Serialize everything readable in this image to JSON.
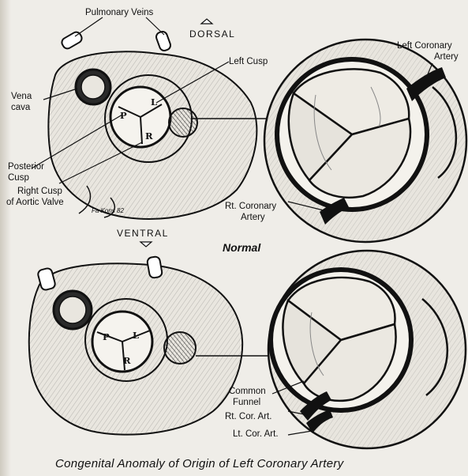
{
  "labels": {
    "pulmonary_veins": "Pulmonary Veins",
    "dorsal": "DORSAL",
    "ventral": "VENTRAL",
    "left_cusp": "Left Cusp",
    "vena_cava_line1": "Vena",
    "vena_cava_line2": "cava",
    "posterior_cusp_line1": "Posterior",
    "posterior_cusp_line2": "Cusp",
    "right_cusp_line1": "Right Cusp",
    "right_cusp_line2": "of Aortic Valve",
    "left_coronary_artery_line1": "Left Coronary",
    "left_coronary_artery_line2": "Artery",
    "rt_coronary_artery_line1": "Rt. Coronary",
    "rt_coronary_artery_line2": "Artery",
    "common_funnel_line1": "Common",
    "common_funnel_line2": "Funnel",
    "rt_cor_art": "Rt. Cor. Art.",
    "lt_cor_art": "Lt. Cor. Art.",
    "cusp_L": "L",
    "cusp_P": "P",
    "cusp_R": "R",
    "signature": "Fa Kons 82"
  },
  "captions": {
    "normal": "Normal",
    "main": "Congenital Anomaly of Origin of Left Coronary Artery"
  },
  "colors": {
    "ink": "#111111",
    "paper": "#efede8",
    "shade": "#9a978f"
  }
}
